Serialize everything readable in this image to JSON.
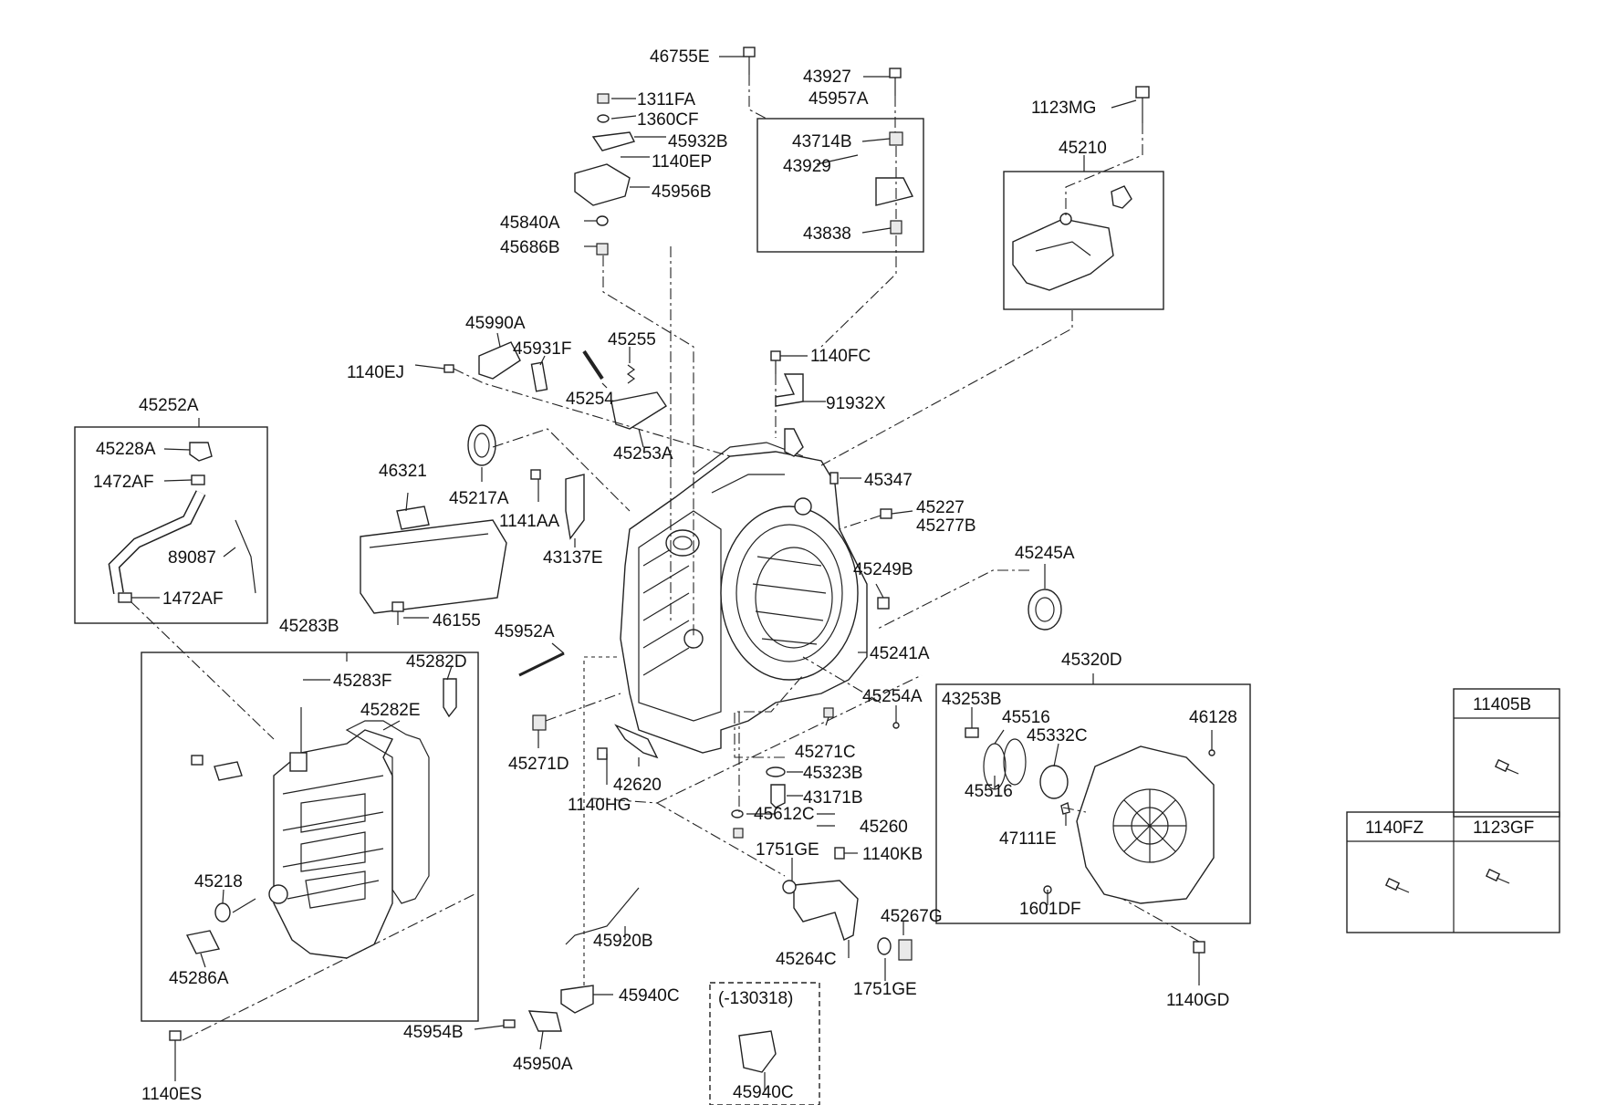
{
  "diagram": {
    "callouts": {
      "p46755E": "46755E",
      "p43927": "43927",
      "p45957A": "45957A",
      "p43714B": "43714B",
      "p43929": "43929",
      "p43838": "43838",
      "p1123MG": "1123MG",
      "p45210": "45210",
      "p1311FA": "1311FA",
      "p1360CF": "1360CF",
      "p45932B": "45932B",
      "p1140EP": "1140EP",
      "p45956B": "45956B",
      "p45840A": "45840A",
      "p45686B": "45686B",
      "p45990A": "45990A",
      "p45931F": "45931F",
      "p45255": "45255",
      "p1140EJ": "1140EJ",
      "p45254": "45254",
      "p45253A": "45253A",
      "p1140FC": "1140FC",
      "p91932X": "91932X",
      "p45252A": "45252A",
      "p45228A": "45228A",
      "p1472AF_top": "1472AF",
      "p89087": "89087",
      "p1472AF_bot": "1472AF",
      "p46321": "46321",
      "p45217A": "45217A",
      "p1141AA": "1141AA",
      "p43137E": "43137E",
      "p45347": "45347",
      "p45227": "45227",
      "p45277B": "45277B",
      "p45249B": "45249B",
      "p45245A": "45245A",
      "p46155": "46155",
      "p45952A": "45952A",
      "p45241A": "45241A",
      "p45283B": "45283B",
      "p45282D": "45282D",
      "p45283F": "45283F",
      "p45282E": "45282E",
      "p45320D": "45320D",
      "p45254A": "45254A",
      "p43253B": "43253B",
      "p45516a": "45516",
      "p45332C": "45332C",
      "p46128": "46128",
      "p45516b": "45516",
      "p47111E": "47111E",
      "p1601DF": "1601DF",
      "p45271D": "45271D",
      "p42620": "42620",
      "p45271C": "45271C",
      "p45323B": "45323B",
      "p43171B": "43171B",
      "p1140HG": "1140HG",
      "p45612C": "45612C",
      "p45260": "45260",
      "p1751GE_top": "1751GE",
      "p1140KB": "1140KB",
      "p45218": "45218",
      "p45286A": "45286A",
      "p45920B": "45920B",
      "p45267G": "45267G",
      "p45264C": "45264C",
      "p1751GE_bot": "1751GE",
      "p45940C": "45940C",
      "p1140GD": "1140GD",
      "p45954B": "45954B",
      "p45950A": "45950A",
      "p1140ES": "1140ES",
      "p130318": "(-130318)",
      "p45940C_b": "45940C"
    },
    "legend_table": {
      "c11405B": "11405B",
      "c1140FZ": "1140FZ",
      "c1123GF": "1123GF"
    }
  }
}
